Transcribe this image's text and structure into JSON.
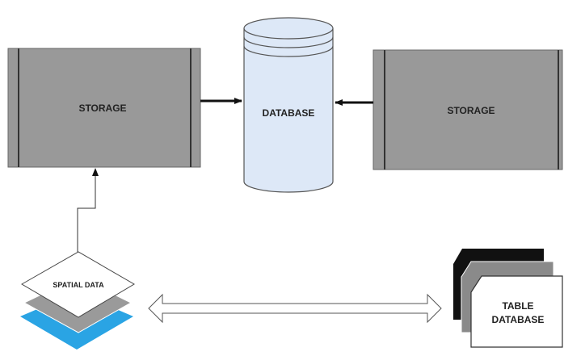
{
  "diagram": {
    "storage_left": {
      "label": "STORAGE"
    },
    "database": {
      "label": "DATABASE"
    },
    "storage_right": {
      "label": "STORAGE"
    },
    "spatial_data": {
      "label": "SPATIAL DATA"
    },
    "table_database": {
      "line1": "TABLE",
      "line2": "DATABASE"
    }
  },
  "colors": {
    "storage_fill": "#999999",
    "database_fill": "#dde8f7",
    "layer_blue": "#2aa4e4",
    "layer_gray": "#9a9a9a",
    "stack_black": "#111111",
    "stack_gray": "#8a8a8a"
  }
}
